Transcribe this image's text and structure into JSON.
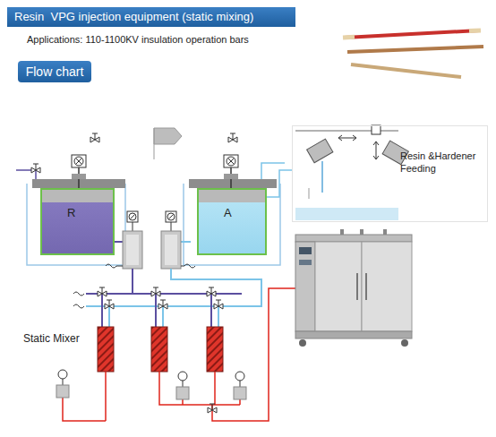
{
  "diagram": {
    "title": "Resin  VPG injection equipment (static mixing)",
    "nodes": [
      {
        "text": [
          "Flow chart"
        ]
      },
      {
        "text": [
          "R"
        ]
      },
      {
        "text": [
          "A"
        ]
      },
      {
        "text": [
          "Resin &Hardener Feeding"
        ]
      }
    ],
    "edges": [
      {
        "from": 3,
        "to": 2,
        "arrow": "none"
      }
    ],
    "labels": [
      "Applications: 110-1100KV insulation operation bars",
      "Static Mixer"
    ]
  }
}
